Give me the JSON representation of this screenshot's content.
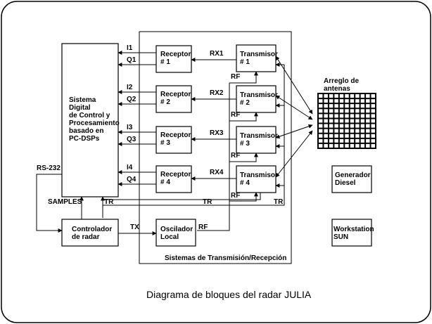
{
  "caption": "Diagrama de bloques del radar JULIA",
  "system": {
    "lines": [
      "Sistema",
      "Digital",
      "de Control y",
      "Procesamiento",
      "basado en",
      "PC-DSPs"
    ]
  },
  "receivers": [
    {
      "line1": "Receptor",
      "line2": "# 1",
      "i": "I1",
      "q": "Q1",
      "rx": "RX1"
    },
    {
      "line1": "Receptor",
      "line2": "# 2",
      "i": "I2",
      "q": "Q2",
      "rx": "RX2"
    },
    {
      "line1": "Receptor",
      "line2": "# 3",
      "i": "I3",
      "q": "Q3",
      "rx": "RX3"
    },
    {
      "line1": "Receptor",
      "line2": "# 4",
      "i": "I4",
      "q": "Q4",
      "rx": "RX4"
    }
  ],
  "transmitters": [
    {
      "line1": "Transmisor",
      "line2": "# 1"
    },
    {
      "line1": "Transmisor",
      "line2": "# 2"
    },
    {
      "line1": "Transmisor",
      "line2": "# 3"
    },
    {
      "line1": "Transmisor",
      "line2": "# 4"
    }
  ],
  "rf_label": "RF",
  "tr_label": "TR",
  "tx_label": "TX",
  "samples_label": "SAMPLES",
  "rs232_label": "RS-232",
  "controller": {
    "line1": "Controlador",
    "line2": "de radar"
  },
  "oscillator": {
    "line1": "Oscilador",
    "line2": "Local"
  },
  "antenna": {
    "line1": "Arreglo de",
    "line2": "antenas"
  },
  "generator": {
    "line1": "Generador",
    "line2": "Diesel"
  },
  "workstation": {
    "line1": "Workstation",
    "line2": "SUN"
  },
  "subsystem_label": "Sistemas de Transmisión/Recepción"
}
